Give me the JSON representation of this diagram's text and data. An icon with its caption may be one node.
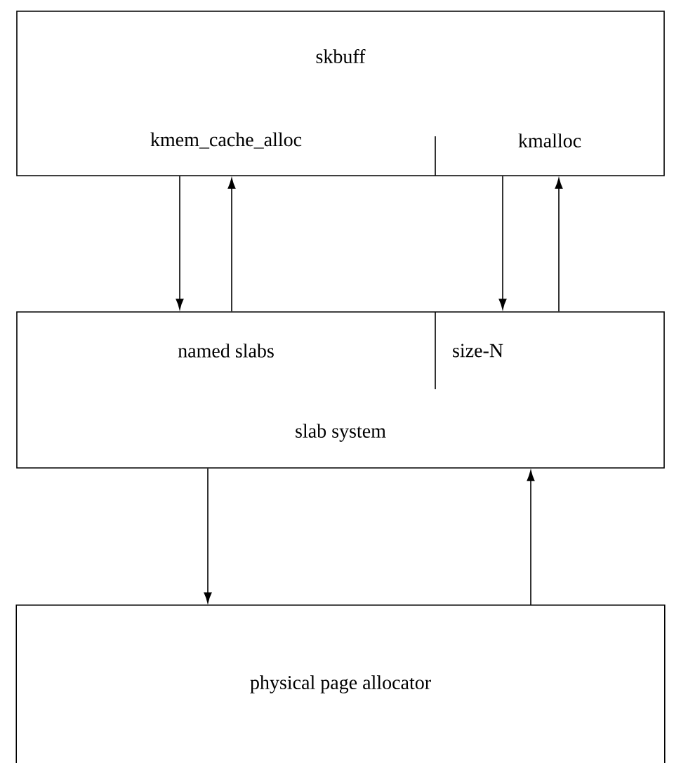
{
  "diagram": {
    "nodes": [
      {
        "text": [
          "skbuff"
        ]
      },
      {
        "text": [
          "kmem_cache_alloc"
        ],
        "in": 0
      },
      {
        "text": [
          "kmalloc"
        ],
        "in": 0
      },
      {
        "text": [
          "slab system"
        ]
      },
      {
        "text": [
          "named slabs"
        ],
        "in": 3
      },
      {
        "text": [
          "size-N"
        ],
        "in": 3
      },
      {
        "text": [
          "physical page allocator"
        ]
      }
    ],
    "edges": [
      {
        "from": 1,
        "to": 4,
        "arrow": "to"
      },
      {
        "from": 4,
        "to": 1,
        "arrow": "to"
      },
      {
        "from": 2,
        "to": 5,
        "arrow": "to"
      },
      {
        "from": 5,
        "to": 2,
        "arrow": "to"
      },
      {
        "from": 3,
        "to": 6,
        "arrow": "to"
      },
      {
        "from": 6,
        "to": 3,
        "arrow": "to"
      }
    ]
  }
}
